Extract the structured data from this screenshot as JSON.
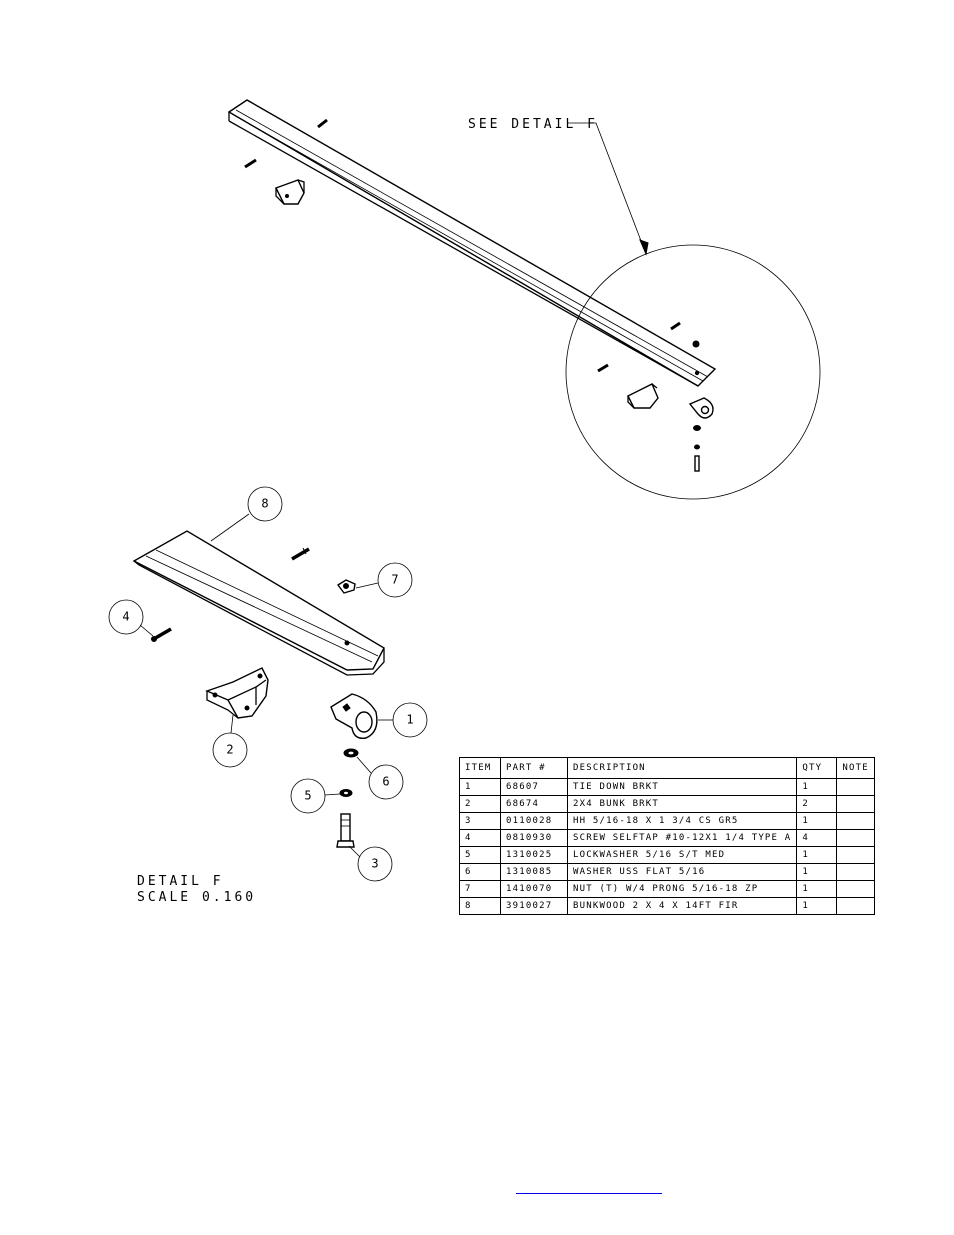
{
  "callout": {
    "see_detail": "SEE DETAIL  F"
  },
  "detail": {
    "line1": "DETAIL  F",
    "line2": "SCALE  0.160"
  },
  "balloons": [
    "1",
    "2",
    "3",
    "4",
    "5",
    "6",
    "7",
    "8"
  ],
  "bom": {
    "headers": [
      "ITEM",
      "PART #",
      "DESCRIPTION",
      "QTY",
      "NOTE"
    ],
    "rows": [
      {
        "item": "1",
        "part": "68607",
        "desc": "TIE DOWN BRKT",
        "qty": "1",
        "note": ""
      },
      {
        "item": "2",
        "part": "68674",
        "desc": "2X4 BUNK BRKT",
        "qty": "2",
        "note": ""
      },
      {
        "item": "3",
        "part": "0110028",
        "desc": "HH 5/16-18 X 1 3/4 CS GR5",
        "qty": "1",
        "note": ""
      },
      {
        "item": "4",
        "part": "0810930",
        "desc": "SCREW SELFTAP #10-12X1 1/4 TYPE A",
        "qty": "4",
        "note": ""
      },
      {
        "item": "5",
        "part": "1310025",
        "desc": "LOCKWASHER 5/16 S/T MED",
        "qty": "1",
        "note": ""
      },
      {
        "item": "6",
        "part": "1310085",
        "desc": "WASHER USS FLAT 5/16",
        "qty": "1",
        "note": ""
      },
      {
        "item": "7",
        "part": "1410070",
        "desc": "NUT (T) W/4 PRONG 5/16-18 ZP",
        "qty": "1",
        "note": ""
      },
      {
        "item": "8",
        "part": "3910027",
        "desc": "BUNKWOOD   2 X 4 X 14FT FIR",
        "qty": "1",
        "note": ""
      }
    ]
  },
  "colors": {
    "line": "#000000",
    "link": "#0000ee"
  },
  "footer": {
    "link_text": ""
  }
}
